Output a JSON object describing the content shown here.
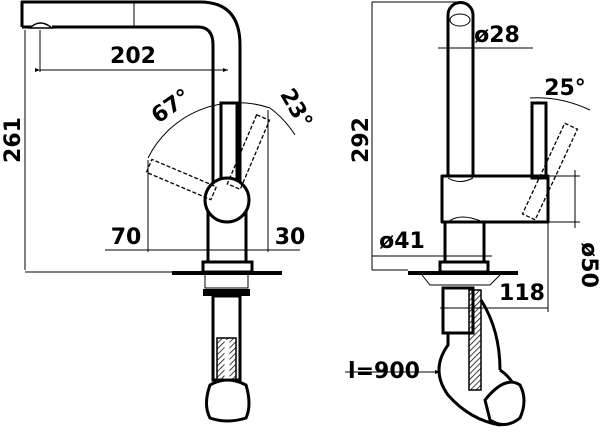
{
  "drawing": {
    "front_view": {
      "spout_reach": "202",
      "height": "261",
      "lever_angle_back": "67°",
      "lever_angle_front": "23°",
      "lever_offset_back": "70",
      "lever_offset_front": "30"
    },
    "side_view": {
      "height": "292",
      "spout_diameter": "ø28",
      "lever_angle": "25°",
      "base_diameter": "ø41",
      "body_diameter": "ø50",
      "depth": "118",
      "hose_length": "l=900"
    },
    "line_color": "#000000",
    "background_color": "#ffffff"
  }
}
